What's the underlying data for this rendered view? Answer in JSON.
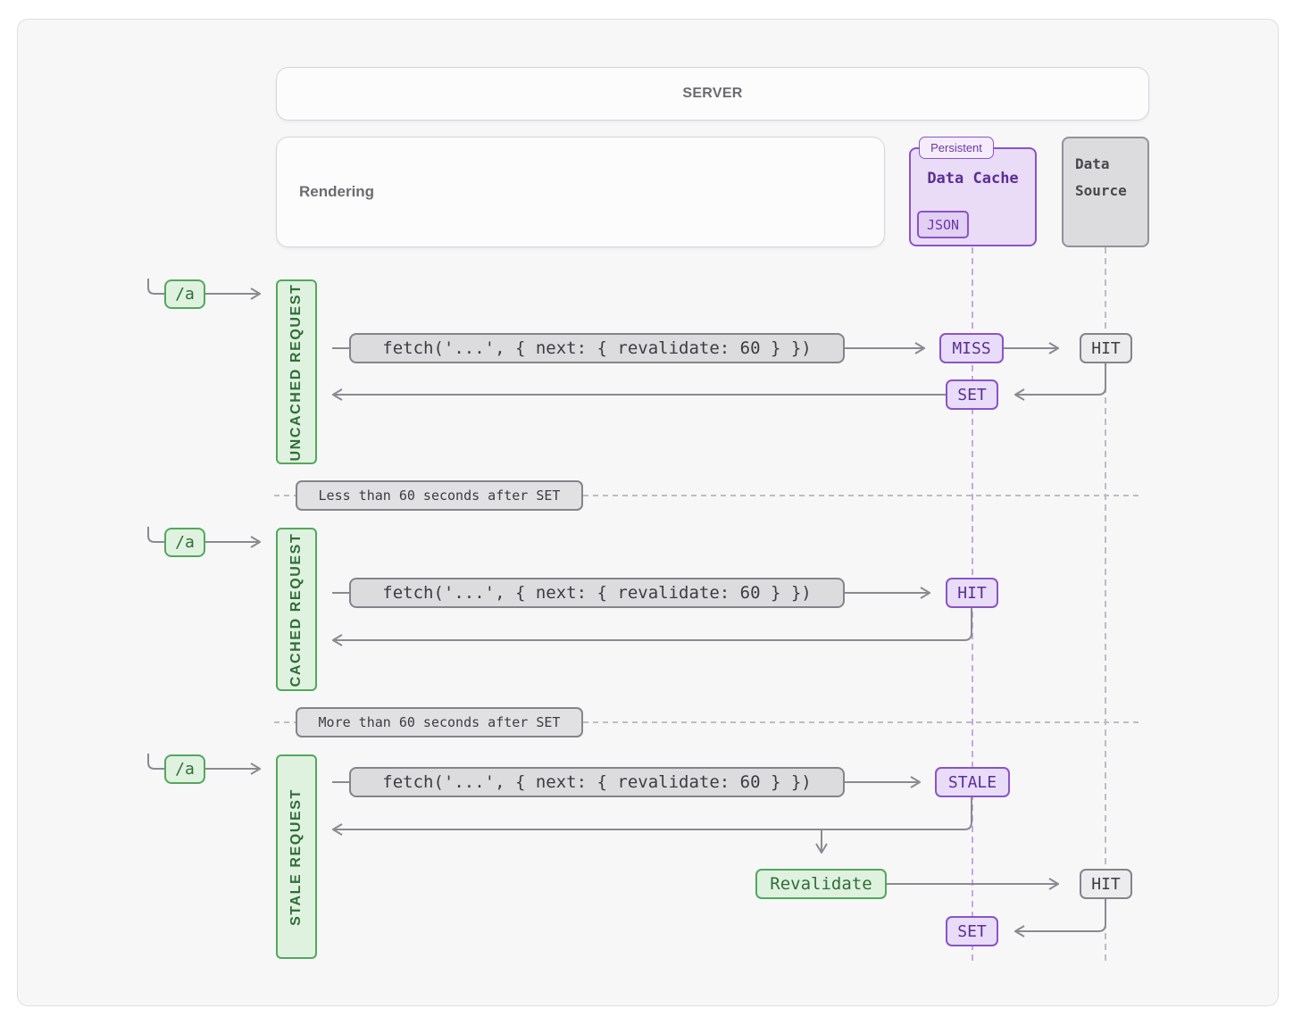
{
  "server": {
    "label": "SERVER"
  },
  "rendering": {
    "label": "Rendering"
  },
  "data_cache": {
    "tag": "Persistent",
    "title": "Data Cache",
    "badge": "JSON"
  },
  "data_source": {
    "line1": "Data",
    "line2": "Source"
  },
  "colors": {
    "purple": "#8a54c8",
    "green": "#52a85c",
    "gray": "#84848a"
  },
  "sections": [
    {
      "label": "UNCACHED REQUEST",
      "route": "/a",
      "fetch": "fetch('...', { next: { revalidate: 60 } })",
      "cache_status": "MISS",
      "source_status": "HIT",
      "set": "SET"
    },
    {
      "divider": "Less than 60 seconds after SET",
      "label": "CACHED REQUEST",
      "route": "/a",
      "fetch": "fetch('...', { next: { revalidate: 60 } })",
      "cache_status": "HIT"
    },
    {
      "divider": "More than 60 seconds after SET",
      "label": "STALE REQUEST",
      "route": "/a",
      "fetch": "fetch('...', { next: { revalidate: 60 } })",
      "cache_status": "STALE",
      "revalidate": "Revalidate",
      "source_status": "HIT",
      "set": "SET"
    }
  ]
}
